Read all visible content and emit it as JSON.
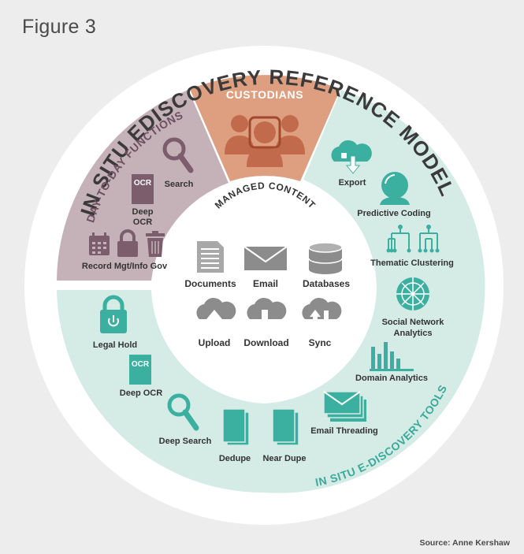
{
  "figure_title": "Figure 3",
  "source": "Source: Anne Kershaw",
  "model_title": "IN SITU EDISCOVERY REFERENCE MODEL",
  "sections": {
    "day_to_day": {
      "title": "DAY-TO-DAY FUNCTIONS",
      "items": {
        "search": "Search",
        "ocr_label": "Deep",
        "ocr_label_2": "OCR",
        "record": "Record Mgt/Info Gov"
      }
    },
    "custodians": {
      "title": "CUSTODIANS"
    },
    "tools": {
      "title": "IN SITU E-DISCOVERY TOOLS",
      "items": {
        "export": "Export",
        "predictive": "Predictive Coding",
        "thematic": "Thematic Clustering",
        "social_1": "Social Network",
        "social_2": "Analytics",
        "domain": "Domain Analytics",
        "threading": "Email Threading",
        "near_dupe": "Near Dupe",
        "dedupe": "Dedupe",
        "deep_search": "Deep Search",
        "deep_ocr": "Deep OCR",
        "legal_hold": "Legal Hold"
      }
    },
    "managed_content": {
      "title": "MANAGED CONTENT",
      "items": {
        "documents": "Documents",
        "email": "Email",
        "databases": "Databases",
        "upload": "Upload",
        "download": "Download",
        "sync": "Sync"
      }
    }
  },
  "icon_text": {
    "ocr": "OCR"
  },
  "colors": {
    "teal": "#d5ebe6",
    "teal_icon": "#3bb0a1",
    "mauve": "#c5b2b9",
    "mauve_icon": "#7b5d6b",
    "peach": "#dd9f80",
    "custodian_icon": "#c26b4c",
    "gray_icon": "#8c8c8c"
  }
}
